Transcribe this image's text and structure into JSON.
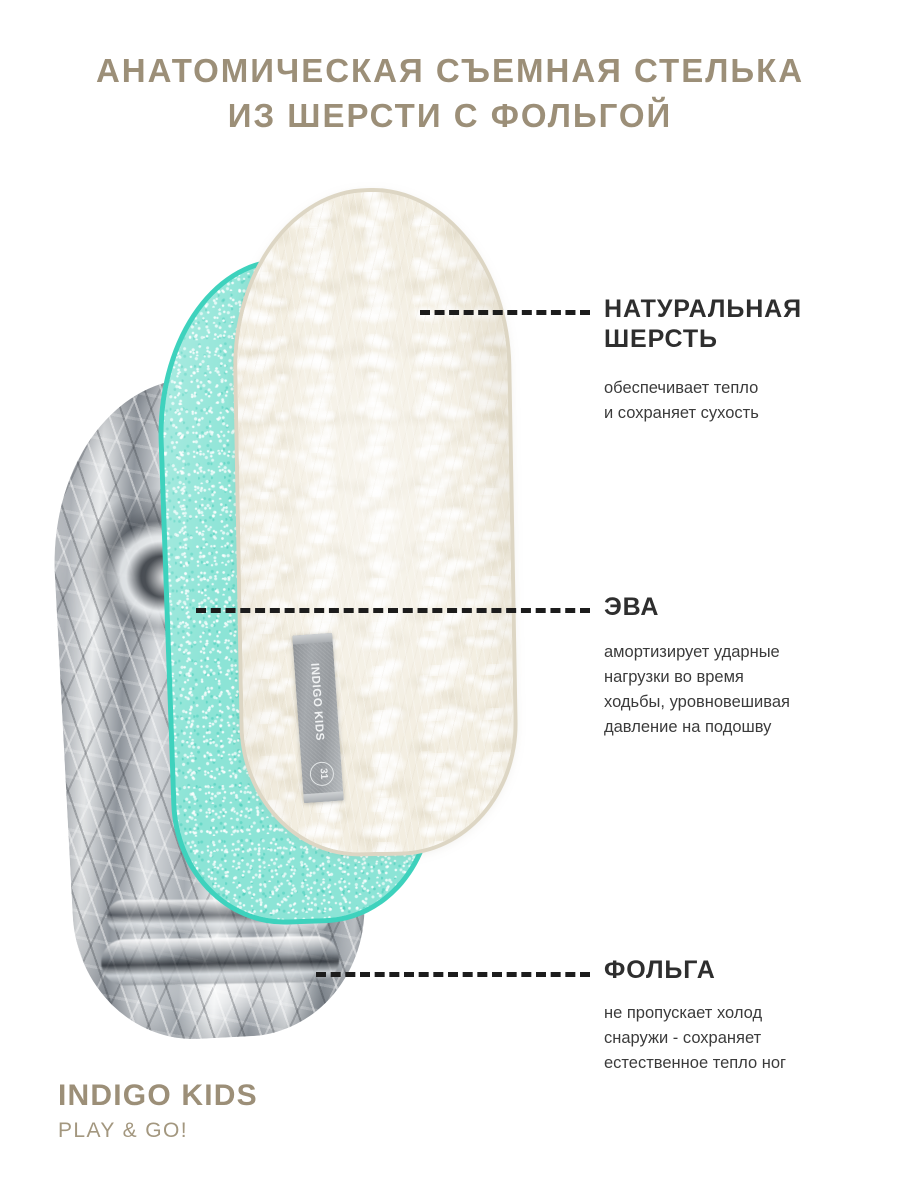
{
  "header": {
    "title_line_1": "АНАТОМИЧЕСКАЯ СЪЕМНАЯ СТЕЛЬКА",
    "title_line_2": "ИЗ ШЕРСТИ С ФОЛЬГОЙ",
    "title_color": "#9c8f78"
  },
  "product": {
    "layers": [
      {
        "id": "foil",
        "name": "foil-layer",
        "color": "#b0b5ba"
      },
      {
        "id": "eva",
        "name": "eva-layer",
        "color": "#86e0d2",
        "edge_color": "#3ed2bd"
      },
      {
        "id": "wool",
        "name": "wool-layer",
        "color": "#efeadc",
        "edge_color": "#ddd6c4"
      }
    ],
    "tag": {
      "brand": "INDIGO KIDS",
      "size": "31",
      "color": "#9a9ea2"
    }
  },
  "callouts": [
    {
      "title": "НАТУРАЛЬНАЯ\nШЕРСТЬ",
      "description": "обеспечивает тепло\nи сохраняет сухость"
    },
    {
      "title": "ЭВА",
      "description": "амортизирует ударные\nнагрузки во время\nходьбы, уровновешивая\nдавление на подошву"
    },
    {
      "title": "ФОЛЬГА",
      "description": "не пропускает холод\nснаружи - сохраняет\nестественное тепло ног"
    }
  ],
  "footer": {
    "brand_name": "INDIGO KIDS",
    "brand_slogan": "PLAY & GO!",
    "brand_color": "#9c8f78"
  }
}
